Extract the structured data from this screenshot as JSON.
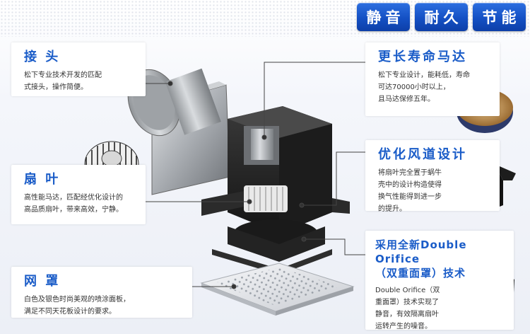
{
  "tabs": [
    "静音",
    "耐久",
    "节能"
  ],
  "features": {
    "joint": {
      "title": "接 头",
      "desc_lines": [
        "松下专业技术开发的匹配",
        "式接头，操作简便。"
      ]
    },
    "fan": {
      "title": "扇 叶",
      "desc_lines": [
        "高性能马达，匹配经优化设计的",
        "高品质扇叶，带来高效，宁静。"
      ]
    },
    "grille": {
      "title": "网 罩",
      "desc_lines": [
        "白色及银色时尚美观的喷涂面板，",
        "满足不同天花板设计的要求。"
      ]
    },
    "motor": {
      "title": "更长寿命马达",
      "desc_lines": [
        "松下专业设计，能耗低，寿命",
        "可达70000小时以上，",
        "且马达保修五年。"
      ]
    },
    "duct": {
      "title": "优化风道设计",
      "desc_lines": [
        "将扇叶完全置于蜗牛",
        "壳中的设计构造使得",
        "换气性能得到进一步",
        "的提升。"
      ]
    },
    "orifice": {
      "title_line1": "采用全新Double Orifice",
      "title_line2": "（双重面罩）技术",
      "desc_lines": [
        "Double Orifice（双",
        "重面罩）技术实现了",
        "静音，有效隔离扇叶",
        "运转产生的噪音。"
      ]
    }
  },
  "colors": {
    "accent_blue": "#1a5cc8",
    "tab_blue": "#1450c4",
    "unit_dark": "#2a2a2a"
  }
}
